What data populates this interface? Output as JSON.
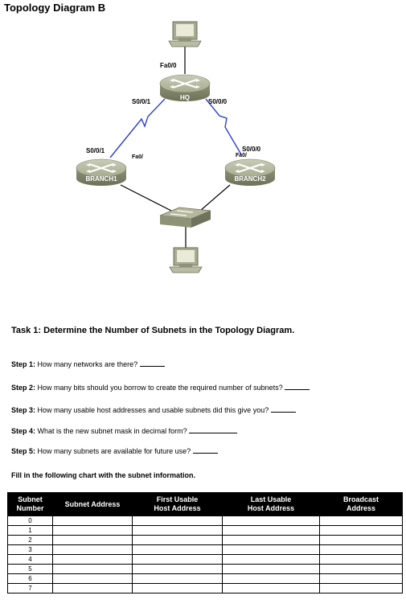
{
  "title": "Topology Diagram B",
  "diagram": {
    "routers": [
      "HQ",
      "BRANCH1",
      "BRANCH2"
    ],
    "interfaces": {
      "hq_fa": "Fa0/0",
      "hq_s001": "S0/0/1",
      "hq_s000": "S0/0/0",
      "b1_s001": "S0/0/1",
      "b1_fa": "Fa0/",
      "b2_s000": "S0/0/0",
      "b2_fa": "Fa0/"
    }
  },
  "task": "Task 1: Determine the Number of Subnets in the Topology Diagram.",
  "steps": [
    {
      "label": "Step 1:",
      "text": "How many networks are there?"
    },
    {
      "label": "Step 2:",
      "text": "How many bits should you borrow to create the required number of subnets?"
    },
    {
      "label": "Step 3:",
      "text": "How many usable host addresses and usable subnets did this give you?"
    },
    {
      "label": "Step 4:",
      "text": "What is the new subnet mask in decimal form?"
    },
    {
      "label": "Step 5:",
      "text": "How many subnets are available for future use?"
    }
  ],
  "fill_instruction": "Fill in the following chart with the subnet information.",
  "table": {
    "headers": [
      {
        "l1": "Subnet",
        "l2": "Number"
      },
      {
        "l1": "Subnet Address",
        "l2": ""
      },
      {
        "l1": "First Usable",
        "l2": "Host Address"
      },
      {
        "l1": "Last Usable",
        "l2": "Host Address"
      },
      {
        "l1": "Broadcast",
        "l2": "Address"
      }
    ],
    "rows": [
      "0",
      "1",
      "2",
      "3",
      "4",
      "5",
      "6",
      "7"
    ]
  }
}
